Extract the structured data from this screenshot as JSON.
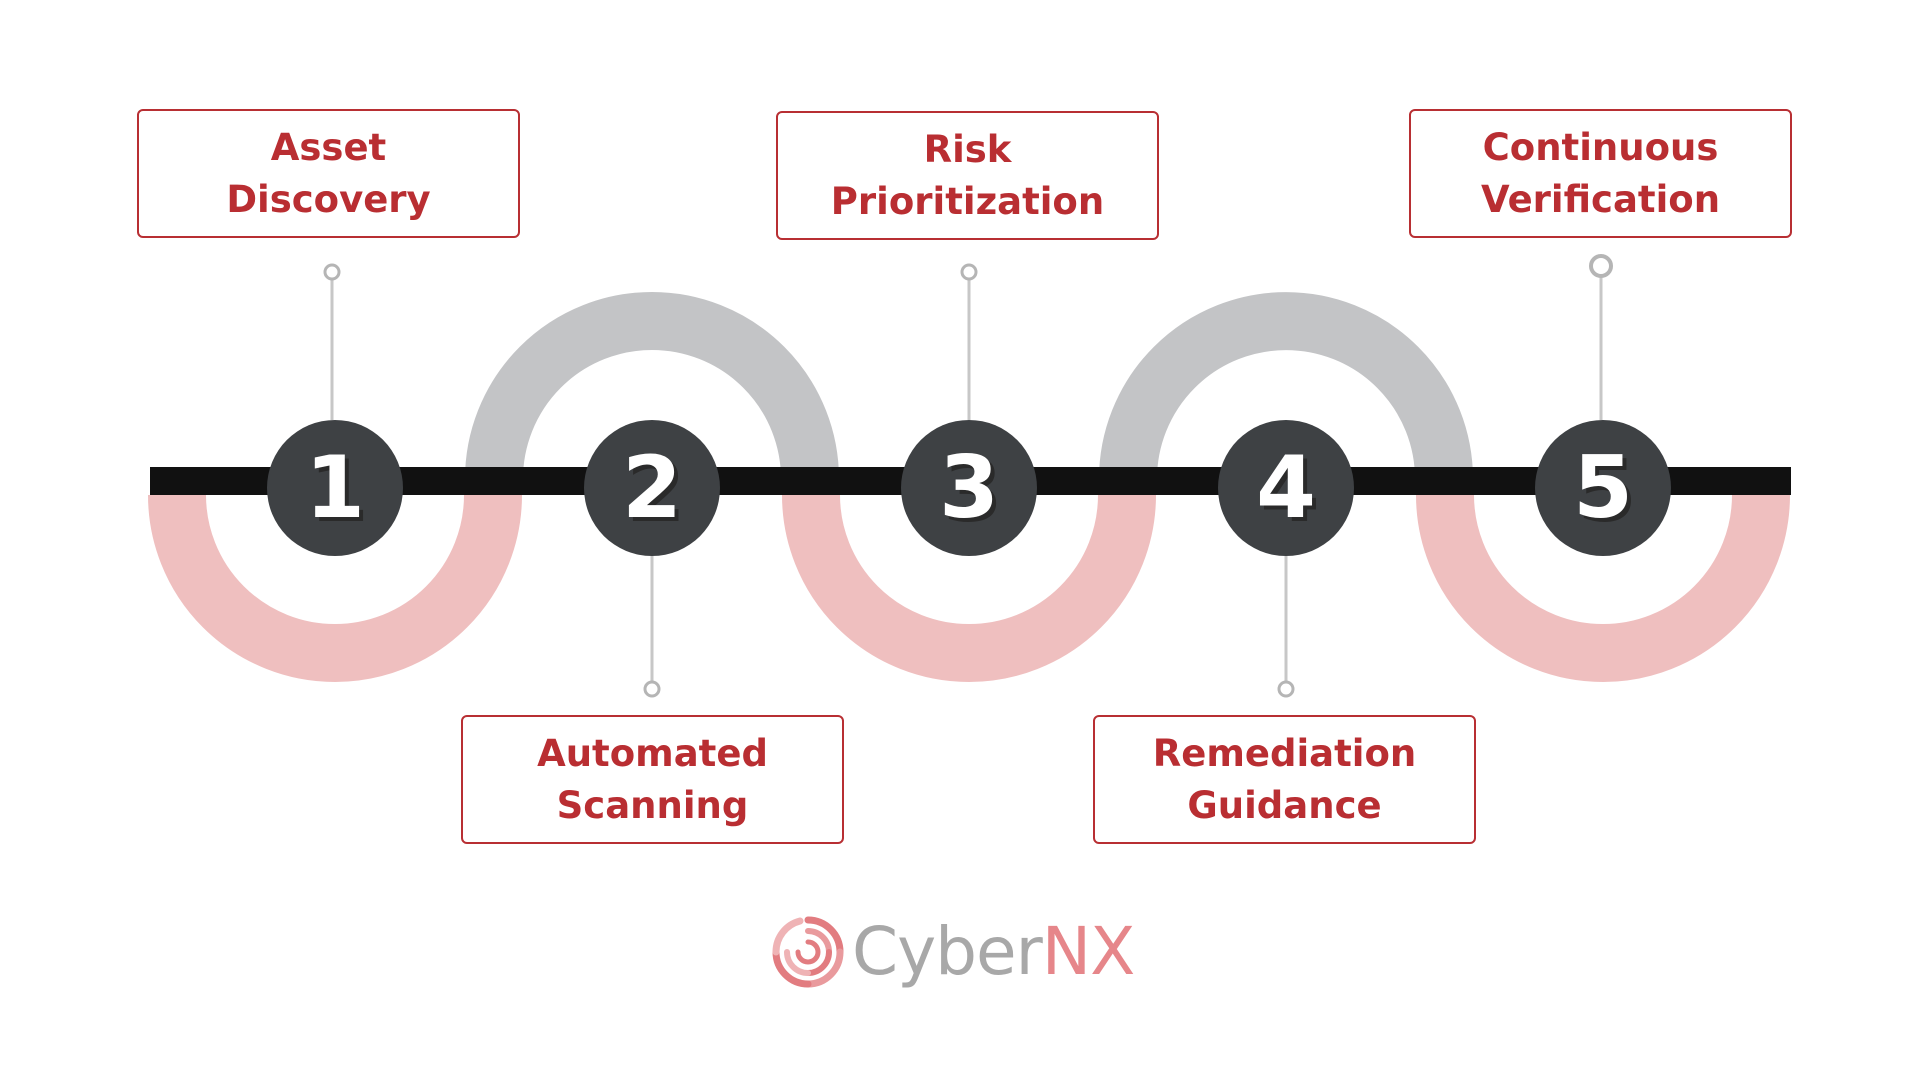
{
  "steps": [
    {
      "number": "1",
      "line1": "Asset",
      "line2": "Discovery"
    },
    {
      "number": "2",
      "line1": "Automated",
      "line2": "Scanning"
    },
    {
      "number": "3",
      "line1": "Risk",
      "line2": "Prioritization"
    },
    {
      "number": "4",
      "line1": "Remediation",
      "line2": "Guidance"
    },
    {
      "number": "5",
      "line1": "Continuous",
      "line2": "Verification"
    }
  ],
  "logo": {
    "text_part1": "Cyber",
    "text_part2": "NX"
  },
  "colors": {
    "accent_red": "#b82f33",
    "pink_arc": "#efbfbf",
    "gray_arc": "#c3c4c6",
    "circle": "#3e4144",
    "track": "#111111",
    "connector": "#c7c7c7"
  }
}
